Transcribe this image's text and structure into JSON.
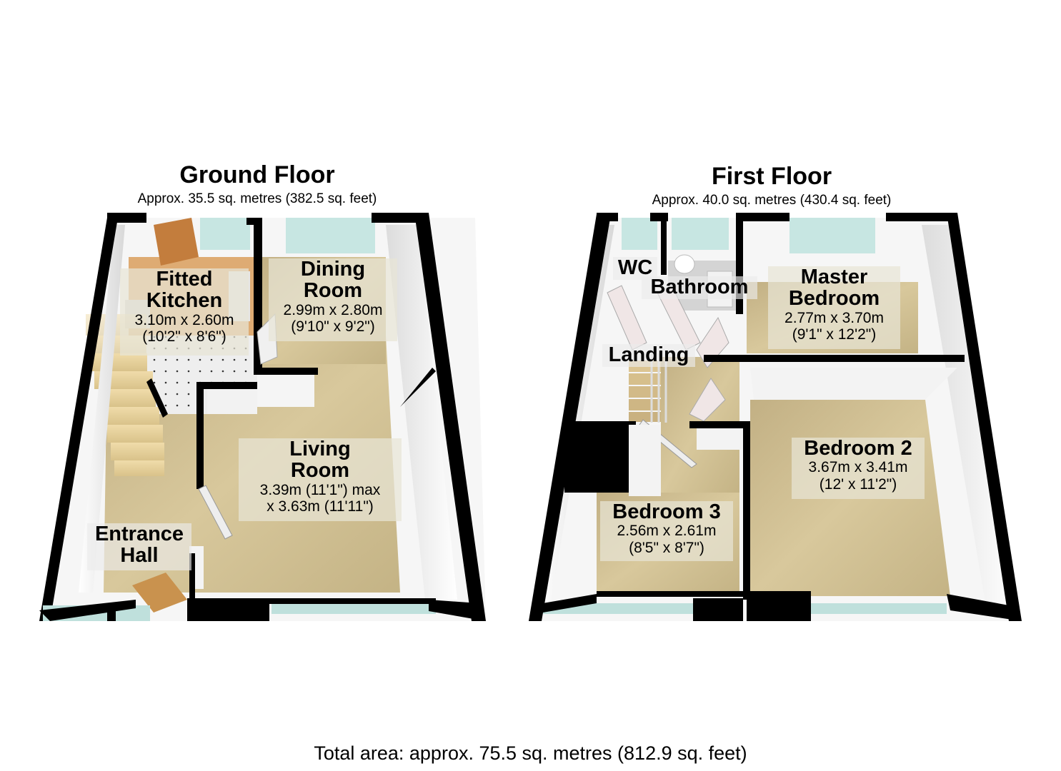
{
  "colors": {
    "wall": "#000000",
    "floor_carpet": "#c9b98c",
    "wall_face": "#f4f4f4",
    "window_glass": "#bfe0dc",
    "kitchen_tile": "#ebebeb",
    "wood": "#c98a45",
    "stairs": "#e5cf97",
    "label_bg": "#e8e4d6"
  },
  "ground_floor": {
    "title": "Ground Floor",
    "area": "Approx. 35.5 sq. metres (382.5 sq. feet)",
    "rooms": [
      {
        "name": "Fitted Kitchen",
        "name_line1": "Fitted",
        "name_line2": "Kitchen",
        "dim_m": "3.10m x 2.60m",
        "dim_ft": "(10'2\" x 8'6\")"
      },
      {
        "name": "Dining Room",
        "name_line1": "Dining",
        "name_line2": "Room",
        "dim_m": "2.99m x 2.80m",
        "dim_ft": "(9'10\" x 9'2\")"
      },
      {
        "name": "Living Room",
        "name_line1": "Living",
        "name_line2": "Room",
        "dim_m": "3.39m (11'1\") max",
        "dim_ft": "x 3.63m (11'11\")"
      },
      {
        "name": "Entrance Hall",
        "name_line1": "Entrance",
        "name_line2": "Hall"
      }
    ]
  },
  "first_floor": {
    "title": "First Floor",
    "area": "Approx. 40.0 sq. metres (430.4 sq. feet)",
    "rooms": [
      {
        "name": "WC"
      },
      {
        "name": "Bathroom"
      },
      {
        "name": "Master Bedroom",
        "name_line1": "Master",
        "name_line2": "Bedroom",
        "dim_m": "2.77m x 3.70m",
        "dim_ft": "(9'1\" x 12'2\")"
      },
      {
        "name": "Landing"
      },
      {
        "name": "Bedroom 2",
        "dim_m": "3.67m x 3.41m",
        "dim_ft": "(12' x 11'2\")"
      },
      {
        "name": "Bedroom 3",
        "dim_m": "2.56m x 2.61m",
        "dim_ft": "(8'5\" x 8'7\")"
      }
    ]
  },
  "total_area": "Total area: approx. 75.5 sq. metres (812.9 sq. feet)"
}
